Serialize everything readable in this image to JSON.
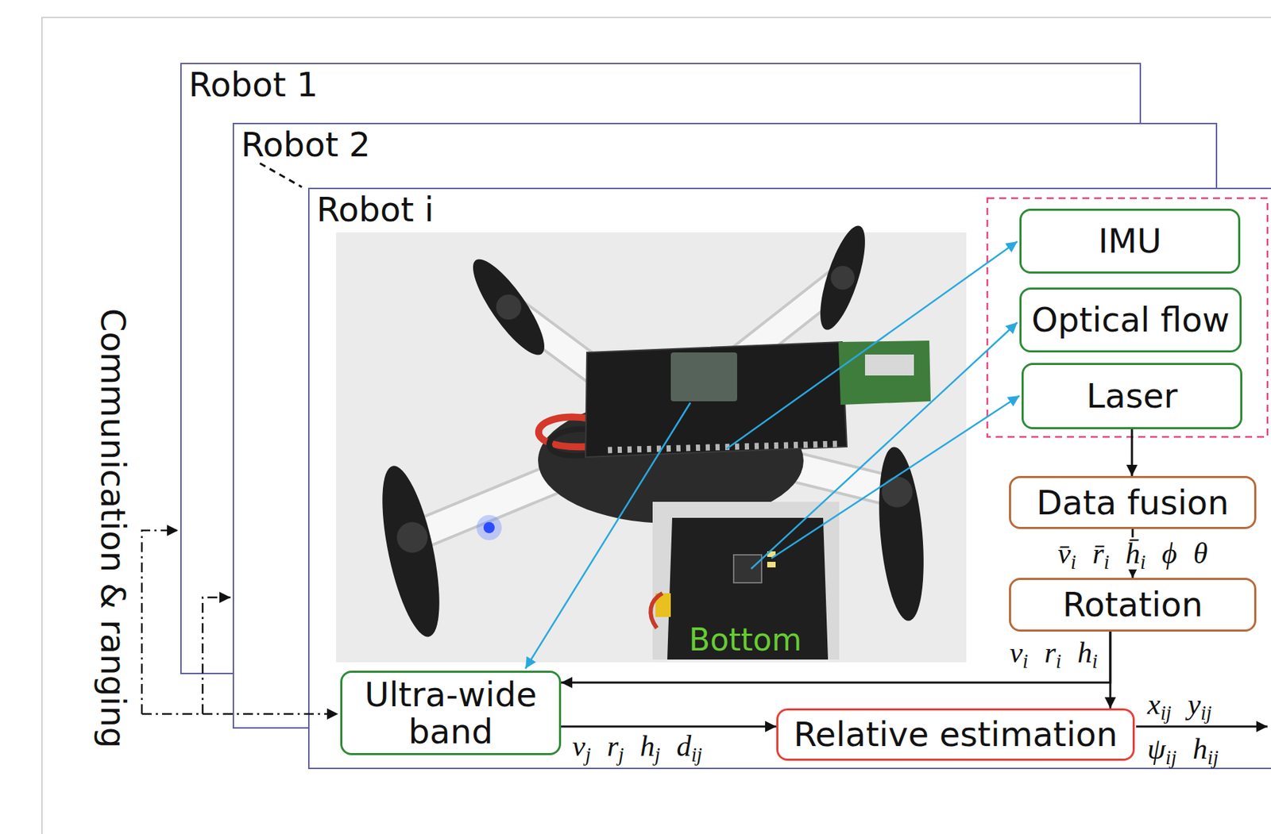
{
  "diagram": {
    "nodes": [
      {
        "text": [
          "Robot 1"
        ]
      },
      {
        "text": [
          "Robot 2"
        ]
      },
      {
        "text": [
          "Robot i"
        ]
      },
      {
        "text": [
          "IMU"
        ],
        "in": 2
      },
      {
        "text": [
          "Optical flow"
        ],
        "in": 2
      },
      {
        "text": [
          "Laser"
        ],
        "in": 2
      },
      {
        "text": [
          "Data fusion"
        ],
        "in": 2
      },
      {
        "text": [
          "Rotation"
        ],
        "in": 2
      },
      {
        "text": [
          "Ultra-wide band"
        ],
        "in": 2
      },
      {
        "text": [
          "Relative estimation"
        ],
        "in": 2
      }
    ],
    "edges": [
      {
        "from": 5,
        "to": 6,
        "arrow": "to"
      },
      {
        "from": 6,
        "to": 7,
        "arrow": "to",
        "label": "v̄i r̄i h̄i ϕ θ"
      },
      {
        "from": 7,
        "to": 8,
        "arrow": "to"
      },
      {
        "from": 7,
        "to": 9,
        "arrow": "to",
        "label": "vi ri hi"
      },
      {
        "from": 8,
        "to": 9,
        "arrow": "to",
        "label": "vj rj hj dij"
      }
    ],
    "labels": [
      "Communication & ranging",
      "Bottom",
      "xij yij",
      "ψij hij"
    ]
  }
}
